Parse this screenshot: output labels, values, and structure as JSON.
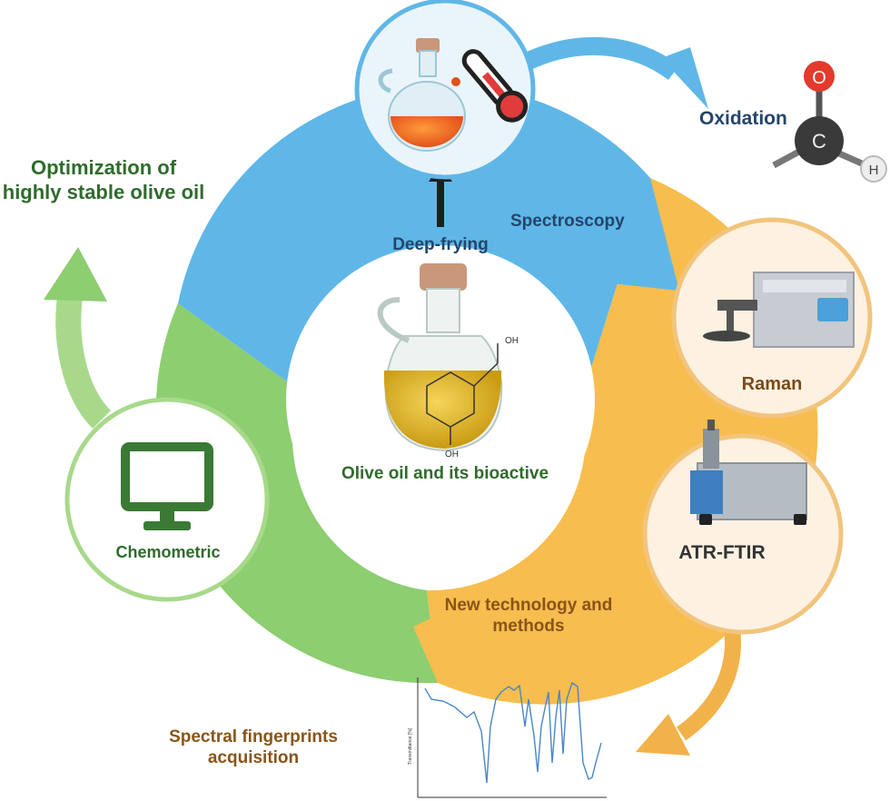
{
  "labels": {
    "optimization": "Optimization of highly stable olive oil",
    "oxidation": "Oxidation",
    "spectroscopy": "Spectroscopy",
    "deep_frying": "Deep-frying",
    "olive_oil": "Olive oil and its bioactive",
    "chemometric": "Chemometric",
    "raman": "Raman",
    "atr_ftir": "ATR-FTIR",
    "new_technology": "New technology and methods",
    "spectral_fingerprints": "Spectral fingerprints acquisition"
  },
  "molecule": {
    "top_atom": "O",
    "center_atom": "C",
    "side_atom": "H"
  },
  "structure_labels": {
    "top": "OH",
    "bottom": "OH"
  },
  "spectrum": {
    "y_axis_label": "Transmittance [%]"
  },
  "colors": {
    "blue_segment": "#5fb7e8",
    "orange_segment": "#f7bd4e",
    "green_segment": "#8cce70",
    "dark_green_text": "#2f6b2c",
    "navy_text": "#24456b",
    "brown_text": "#8a5418"
  },
  "icons": [
    "hot-oil-flask-icon",
    "thermometer-icon",
    "olive-oil-bottle-icon",
    "monitor-icon",
    "raman-spectrometer-icon",
    "ftir-spectrometer-icon",
    "formaldehyde-molecule-icon"
  ]
}
